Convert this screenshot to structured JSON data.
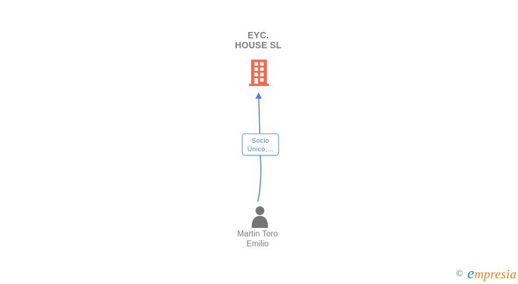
{
  "diagram": {
    "company": {
      "name_line1": "EYC.",
      "name_line2": "HOUSE SL"
    },
    "relationship": {
      "label_line1": "Socio",
      "label_line2": "Único,..."
    },
    "person": {
      "name_line1": "Martin Toro",
      "name_line2": "Emilio"
    }
  },
  "footer": {
    "copyright_symbol": "©",
    "brand_initial": "e",
    "brand_rest": "mpresia"
  },
  "colors": {
    "building_orange": "#F9664B",
    "connector_blue": "#4A80D9",
    "box_border_blue": "#72A4E9",
    "box_text_blue": "#4678CE",
    "label_gray": "#7C7C7C",
    "icon_gray": "#757575",
    "copyright_teal": "#447A90",
    "brand_blue": "#1E86C8",
    "brand_orange": "#EE7F1D"
  }
}
